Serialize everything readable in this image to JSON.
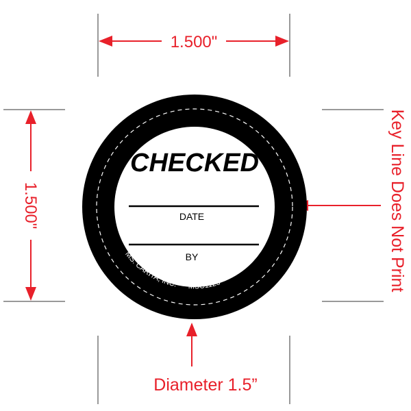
{
  "dimensions": {
    "width_label": "1.500\"",
    "height_label": "1.500\"",
    "key_line_note": "Key Line Does Not Print",
    "diameter_label": "Diameter 1.5”"
  },
  "label": {
    "title": "CHECKED",
    "field1": "DATE",
    "field2": "BY",
    "company": "MS. CARITA, INC.",
    "product_code": "MSC1125"
  },
  "colors": {
    "annotation": "#e8202a",
    "ring": "#000000"
  }
}
